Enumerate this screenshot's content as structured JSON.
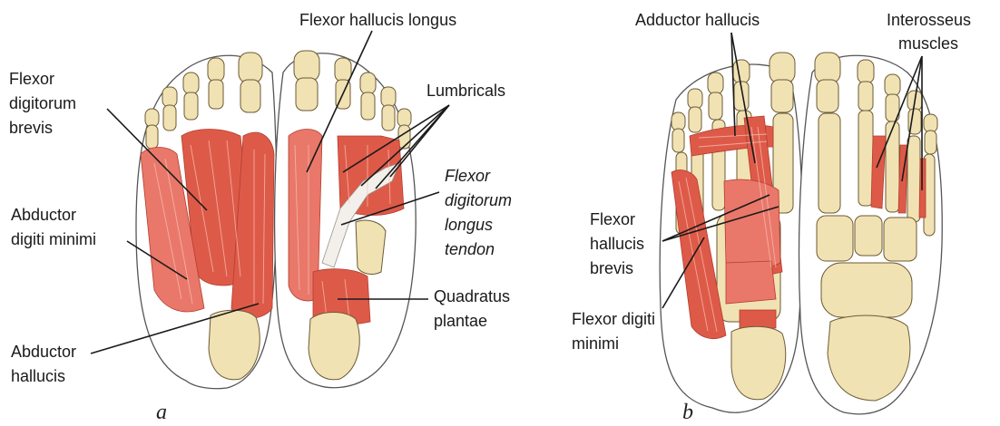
{
  "panels": {
    "a": "a",
    "b": "b"
  },
  "labels": {
    "flexor_hallucis_longus": "Flexor hallucis longus",
    "flexor_digitorum_brevis": [
      "Flexor",
      "digitorum",
      "brevis"
    ],
    "lumbricals": "Lumbricals",
    "flexor_digitorum_longus_tendon": [
      "Flexor",
      "digitorum",
      "longus",
      "tendon"
    ],
    "abductor_digiti_minimi": [
      "Abductor",
      "digiti minimi"
    ],
    "quadratus_plantae": [
      "Quadratus",
      "plantae"
    ],
    "abductor_hallucis": [
      "Abductor",
      "hallucis"
    ],
    "adductor_hallucis": "Adductor hallucis",
    "interosseus_muscles": [
      "Interosseus",
      "muscles"
    ],
    "flexor_hallucis_brevis": [
      "Flexor",
      "hallucis",
      "brevis"
    ],
    "flexor_digiti_minimi": [
      "Flexor digiti",
      "minimi"
    ]
  },
  "colors": {
    "muscle": "#de5a48",
    "bone": "#f1e2b4",
    "tendon": "#f3f0ec"
  }
}
